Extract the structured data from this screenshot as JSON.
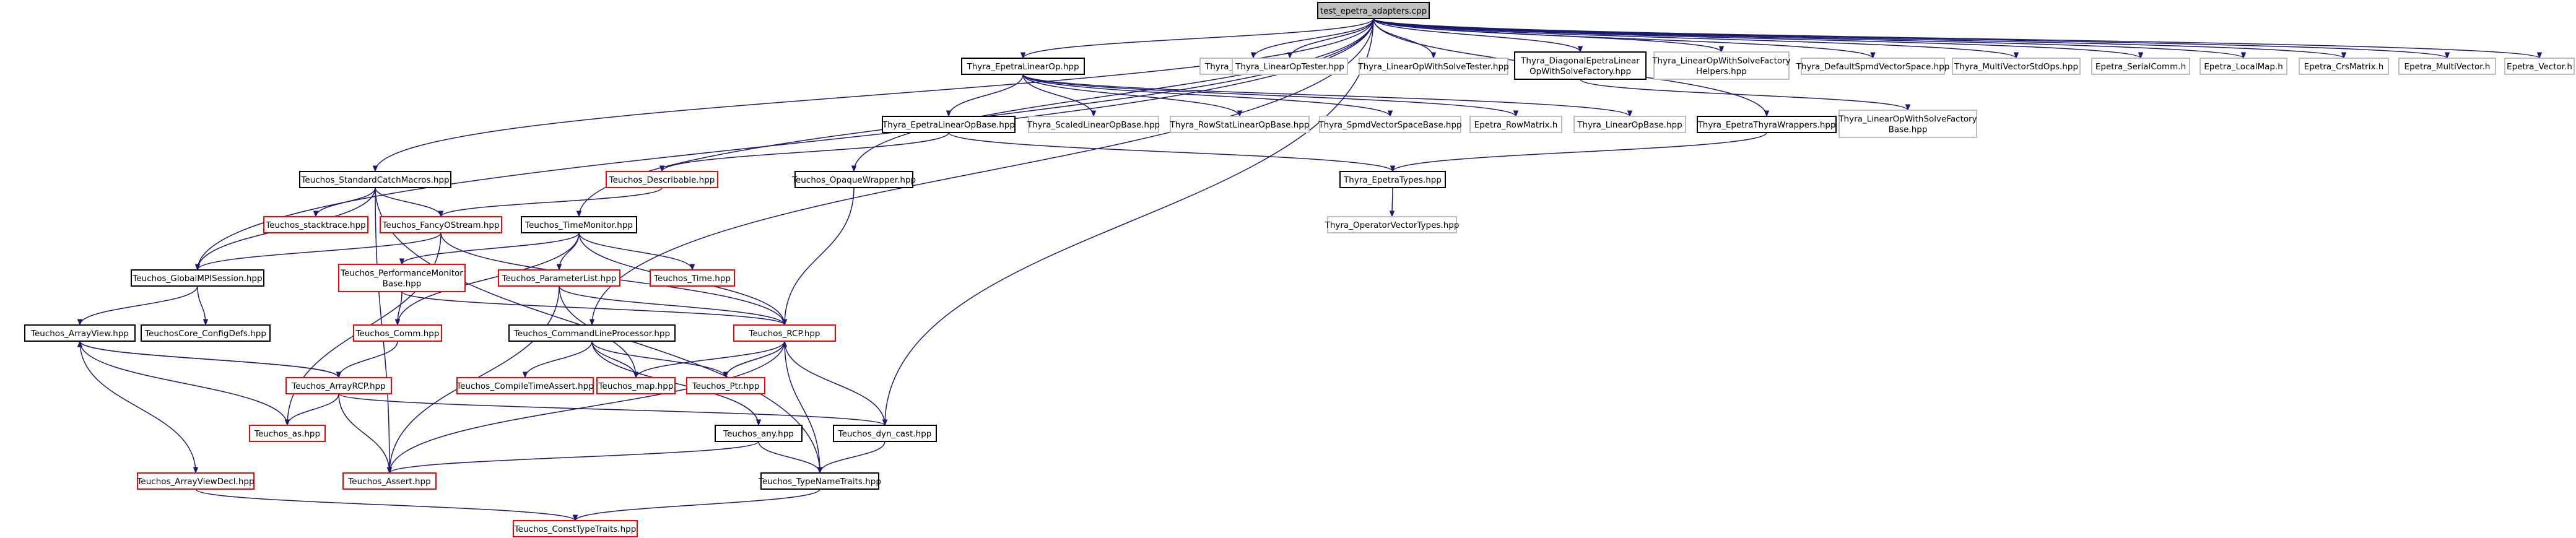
{
  "colors": {
    "root_fill": "#bfbfbf",
    "node_fill": "#ffffff",
    "border_black": "#000000",
    "border_red": "#ff0000",
    "border_gray": "#bfbfbf",
    "text": "#000000",
    "edge": "#191970"
  },
  "nodes": [
    {
      "id": "root",
      "label": "test_epetra_adapters.cpp",
      "style": "root"
    },
    {
      "id": "linearop",
      "label": "Thyra_EpetraLinearOp.hpp",
      "style": "black"
    },
    {
      "id": "testingtools",
      "label": "Thyra_TestingTools.hpp",
      "style": "gray"
    },
    {
      "id": "linearoptester",
      "label": "Thyra_LinearOpTester.hpp",
      "style": "gray"
    },
    {
      "id": "lowstester",
      "label": "Thyra_LinearOpWithSolveTester.hpp",
      "style": "gray"
    },
    {
      "id": "diaglows",
      "label": "Thyra_DiagonalEpetraLinear",
      "label2": "OpWithSolveFactory.hpp",
      "style": "black"
    },
    {
      "id": "lowsfhelpers",
      "label": "Thyra_LinearOpWithSolveFactory",
      "label2": "Helpers.hpp",
      "style": "gray"
    },
    {
      "id": "defspmd",
      "label": "Thyra_DefaultSpmdVectorSpace.hpp",
      "style": "gray"
    },
    {
      "id": "mvstdops",
      "label": "Thyra_MultiVectorStdOps.hpp",
      "style": "gray"
    },
    {
      "id": "serialcomm",
      "label": "Epetra_SerialComm.h",
      "style": "gray"
    },
    {
      "id": "localmap",
      "label": "Epetra_LocalMap.h",
      "style": "gray"
    },
    {
      "id": "crsmatrix",
      "label": "Epetra_CrsMatrix.h",
      "style": "gray"
    },
    {
      "id": "multivector",
      "label": "Epetra_MultiVector.h",
      "style": "gray"
    },
    {
      "id": "vector",
      "label": "Epetra_Vector.h",
      "style": "gray"
    },
    {
      "id": "linearopbase",
      "label": "Thyra_EpetraLinearOpBase.hpp",
      "style": "black"
    },
    {
      "id": "scaledlob",
      "label": "Thyra_ScaledLinearOpBase.hpp",
      "style": "gray"
    },
    {
      "id": "rowstat",
      "label": "Thyra_RowStatLinearOpBase.hpp",
      "style": "gray"
    },
    {
      "id": "spmdvsb",
      "label": "Thyra_SpmdVectorSpaceBase.hpp",
      "style": "gray"
    },
    {
      "id": "rowmatrix",
      "label": "Epetra_RowMatrix.h",
      "style": "gray"
    },
    {
      "id": "thyralob",
      "label": "Thyra_LinearOpBase.hpp",
      "style": "gray"
    },
    {
      "id": "thyrawrappers",
      "label": "Thyra_EpetraThyraWrappers.hpp",
      "style": "black"
    },
    {
      "id": "lowsfbase",
      "label": "Thyra_LinearOpWithSolveFactory",
      "label2": "Base.hpp",
      "style": "gray"
    },
    {
      "id": "stdcatch",
      "label": "Teuchos_StandardCatchMacros.hpp",
      "style": "black"
    },
    {
      "id": "describable",
      "label": "Teuchos_Describable.hpp",
      "style": "red"
    },
    {
      "id": "opaque",
      "label": "Teuchos_OpaqueWrapper.hpp",
      "style": "black"
    },
    {
      "id": "epetratypes",
      "label": "Thyra_EpetraTypes.hpp",
      "style": "black"
    },
    {
      "id": "stacktrace",
      "label": "Teuchos_stacktrace.hpp",
      "style": "red"
    },
    {
      "id": "fancyos",
      "label": "Teuchos_FancyOStream.hpp",
      "style": "red"
    },
    {
      "id": "timemonitor",
      "label": "Teuchos_TimeMonitor.hpp",
      "style": "black"
    },
    {
      "id": "opvectortypes",
      "label": "Thyra_OperatorVectorTypes.hpp",
      "style": "gray"
    },
    {
      "id": "globalmpi",
      "label": "Teuchos_GlobalMPISession.hpp",
      "style": "black"
    },
    {
      "id": "perfmon",
      "label": "Teuchos_PerformanceMonitor",
      "label2": "Base.hpp",
      "style": "red"
    },
    {
      "id": "paramlist",
      "label": "Teuchos_ParameterList.hpp",
      "style": "red"
    },
    {
      "id": "time",
      "label": "Teuchos_Time.hpp",
      "style": "red"
    },
    {
      "id": "arrayview",
      "label": "Teuchos_ArrayView.hpp",
      "style": "black"
    },
    {
      "id": "configdefs",
      "label": "TeuchosCore_ConfigDefs.hpp",
      "style": "black"
    },
    {
      "id": "comm",
      "label": "Teuchos_Comm.hpp",
      "style": "red"
    },
    {
      "id": "clp",
      "label": "Teuchos_CommandLineProcessor.hpp",
      "style": "black"
    },
    {
      "id": "rcp",
      "label": "Teuchos_RCP.hpp",
      "style": "red"
    },
    {
      "id": "arrayrcp",
      "label": "Teuchos_ArrayRCP.hpp",
      "style": "red"
    },
    {
      "id": "compiletime",
      "label": "Teuchos_CompileTimeAssert.hpp",
      "style": "red"
    },
    {
      "id": "map",
      "label": "Teuchos_map.hpp",
      "style": "red"
    },
    {
      "id": "ptr",
      "label": "Teuchos_Ptr.hpp",
      "style": "red"
    },
    {
      "id": "as",
      "label": "Teuchos_as.hpp",
      "style": "red"
    },
    {
      "id": "any",
      "label": "Teuchos_any.hpp",
      "style": "black"
    },
    {
      "id": "dyncast",
      "label": "Teuchos_dyn_cast.hpp",
      "style": "black"
    },
    {
      "id": "avdecl",
      "label": "Teuchos_ArrayViewDecl.hpp",
      "style": "red"
    },
    {
      "id": "assert",
      "label": "Teuchos_Assert.hpp",
      "style": "red"
    },
    {
      "id": "typenametraits",
      "label": "Teuchos_TypeNameTraits.hpp",
      "style": "black"
    },
    {
      "id": "consttypetraits",
      "label": "Teuchos_ConstTypeTraits.hpp",
      "style": "red"
    }
  ],
  "edges": [
    [
      "root",
      "linearop"
    ],
    [
      "root",
      "testingtools"
    ],
    [
      "root",
      "linearoptester"
    ],
    [
      "root",
      "lowstester"
    ],
    [
      "root",
      "diaglows"
    ],
    [
      "root",
      "lowsfhelpers"
    ],
    [
      "root",
      "defspmd"
    ],
    [
      "root",
      "mvstdops"
    ],
    [
      "root",
      "serialcomm"
    ],
    [
      "root",
      "localmap"
    ],
    [
      "root",
      "crsmatrix"
    ],
    [
      "root",
      "multivector"
    ],
    [
      "root",
      "vector"
    ],
    [
      "root",
      "thyrawrappers"
    ],
    [
      "root",
      "stdcatch"
    ],
    [
      "root",
      "opaque"
    ],
    [
      "root",
      "timemonitor"
    ],
    [
      "root",
      "globalmpi"
    ],
    [
      "root",
      "clp"
    ],
    [
      "root",
      "dyncast"
    ],
    [
      "linearop",
      "linearopbase"
    ],
    [
      "linearop",
      "scaledlob"
    ],
    [
      "linearop",
      "rowstat"
    ],
    [
      "linearop",
      "spmdvsb"
    ],
    [
      "linearop",
      "rowmatrix"
    ],
    [
      "linearop",
      "thyralob"
    ],
    [
      "diaglows",
      "lowsfbase"
    ],
    [
      "linearopbase",
      "describable"
    ],
    [
      "linearopbase",
      "epetratypes"
    ],
    [
      "thyrawrappers",
      "epetratypes"
    ],
    [
      "epetratypes",
      "opvectortypes"
    ],
    [
      "describable",
      "fancyos"
    ],
    [
      "stdcatch",
      "stacktrace"
    ],
    [
      "stdcatch",
      "fancyos"
    ],
    [
      "stdcatch",
      "globalmpi"
    ],
    [
      "stdcatch",
      "assert"
    ],
    [
      "stdcatch",
      "typenametraits"
    ],
    [
      "opaque",
      "rcp"
    ],
    [
      "fancyos",
      "globalmpi"
    ],
    [
      "fancyos",
      "as"
    ],
    [
      "fancyos",
      "rcp"
    ],
    [
      "timemonitor",
      "perfmon"
    ],
    [
      "timemonitor",
      "paramlist"
    ],
    [
      "timemonitor",
      "time"
    ],
    [
      "timemonitor",
      "rcp"
    ],
    [
      "timemonitor",
      "comm"
    ],
    [
      "globalmpi",
      "arrayview"
    ],
    [
      "globalmpi",
      "configdefs"
    ],
    [
      "perfmon",
      "comm"
    ],
    [
      "perfmon",
      "rcp"
    ],
    [
      "paramlist",
      "map"
    ],
    [
      "paramlist",
      "assert"
    ],
    [
      "paramlist",
      "rcp"
    ],
    [
      "arrayview",
      "arrayrcp"
    ],
    [
      "arrayview",
      "as"
    ],
    [
      "arrayview",
      "avdecl"
    ],
    [
      "comm",
      "arrayrcp"
    ],
    [
      "clp",
      "compiletime"
    ],
    [
      "clp",
      "map"
    ],
    [
      "clp",
      "any"
    ],
    [
      "clp",
      "ptr"
    ],
    [
      "rcp",
      "ptr"
    ],
    [
      "rcp",
      "map"
    ],
    [
      "rcp",
      "dyncast"
    ],
    [
      "rcp",
      "typenametraits"
    ],
    [
      "rcp",
      "assert"
    ],
    [
      "ptr",
      "rcp"
    ],
    [
      "arrayrcp",
      "arrayview"
    ],
    [
      "arrayrcp",
      "as"
    ],
    [
      "arrayrcp",
      "assert"
    ],
    [
      "arrayrcp",
      "dyncast"
    ],
    [
      "any",
      "assert"
    ],
    [
      "any",
      "typenametraits"
    ],
    [
      "dyncast",
      "typenametraits"
    ],
    [
      "avdecl",
      "consttypetraits"
    ],
    [
      "typenametraits",
      "consttypetraits"
    ]
  ]
}
